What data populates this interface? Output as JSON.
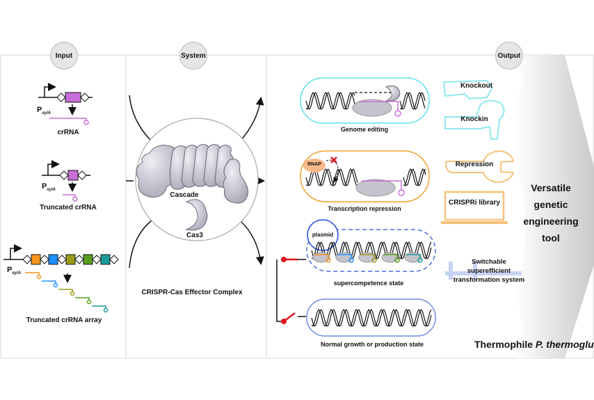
{
  "headers": {
    "input": "Input",
    "system": "System",
    "output": "Output"
  },
  "input": {
    "promoter_main": "P",
    "promoter_sub": "xylA",
    "items": [
      {
        "label": "crRNA",
        "spacer_colors": [
          "#c86ed8"
        ]
      },
      {
        "label": "Truncated crRNA",
        "spacer_colors": [
          "#c86ed8"
        ]
      },
      {
        "label": "Truncated crRNA array",
        "spacer_colors": [
          "#f7941d",
          "#1e90ff",
          "#9a9a1a",
          "#5a9e1a",
          "#1a9a9a"
        ]
      }
    ]
  },
  "system": {
    "cascade_label": "Cascade",
    "cas3_label": "Cas3",
    "complex_label": "CRISPR-Cas Effector Complex"
  },
  "output": {
    "applications": [
      {
        "label": "Genome editing",
        "border_color": "#5ee0ea"
      },
      {
        "label": "Transcription repression",
        "border_color": "#f0a030",
        "rnap_label": "RNAP"
      },
      {
        "label": "supercompetence state",
        "border_color": "#4a6fe0",
        "plasmid_label": "plasmid"
      },
      {
        "label": "Normal growth or production state",
        "border_color": "#6f8be0"
      }
    ],
    "tools": [
      {
        "label": "Knockout",
        "icon": "saw-icon",
        "color": "#8fe8f0"
      },
      {
        "label": "Knockin",
        "icon": "hammer-icon",
        "color": "#8fe8f0"
      },
      {
        "label": "Repression",
        "icon": "wrench-icon",
        "color": "#f5c27a"
      },
      {
        "label": "CRISPRi library",
        "icon": "laptop-icon",
        "color": "#f5c27a"
      },
      {
        "label_lines": [
          "Switchable",
          "superefficient",
          "transformation system"
        ],
        "icon": "switch-icon",
        "color": "#c7d2f5"
      }
    ],
    "summary_lines": [
      "Versatile",
      "genetic",
      "engineering",
      "tool"
    ],
    "organism_prefix": "Thermophile ",
    "organism_italic": "P. thermoglu"
  },
  "colors": {
    "crRNA": "#c86ed8",
    "switch_red": "#e0141e",
    "header_fill": "#e6e6e6",
    "panel_border": "#e4e4e4"
  }
}
